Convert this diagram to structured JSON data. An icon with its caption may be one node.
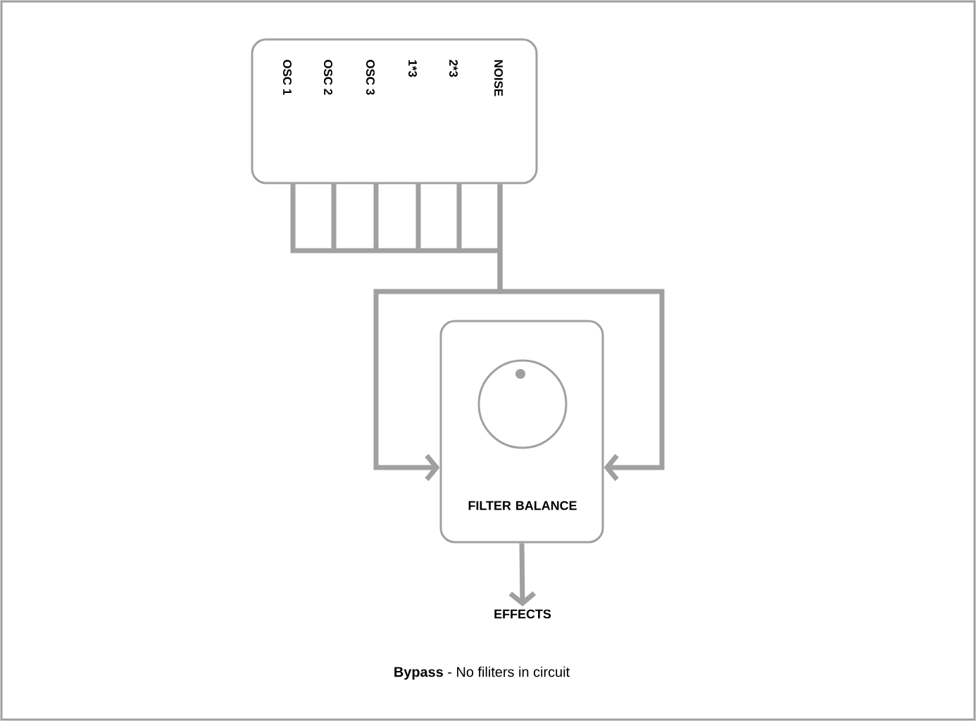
{
  "diagram": {
    "caption": "**Bypass** - No filiters in circuit",
    "nodes": [
      {
        "text": [
          "OSC 1",
          "OSC 2",
          "OSC 3",
          "1*3",
          "2*3",
          "NOISE"
        ]
      },
      {
        "text": [
          "FILTER BALANCE"
        ]
      },
      {
        "text": [
          "EFFECTS"
        ]
      }
    ],
    "edges": [
      {
        "from": 0,
        "to": 1,
        "arrow": "to"
      },
      {
        "from": 0,
        "to": 1,
        "arrow": "to"
      },
      {
        "from": 1,
        "to": 2,
        "arrow": "to"
      }
    ]
  }
}
